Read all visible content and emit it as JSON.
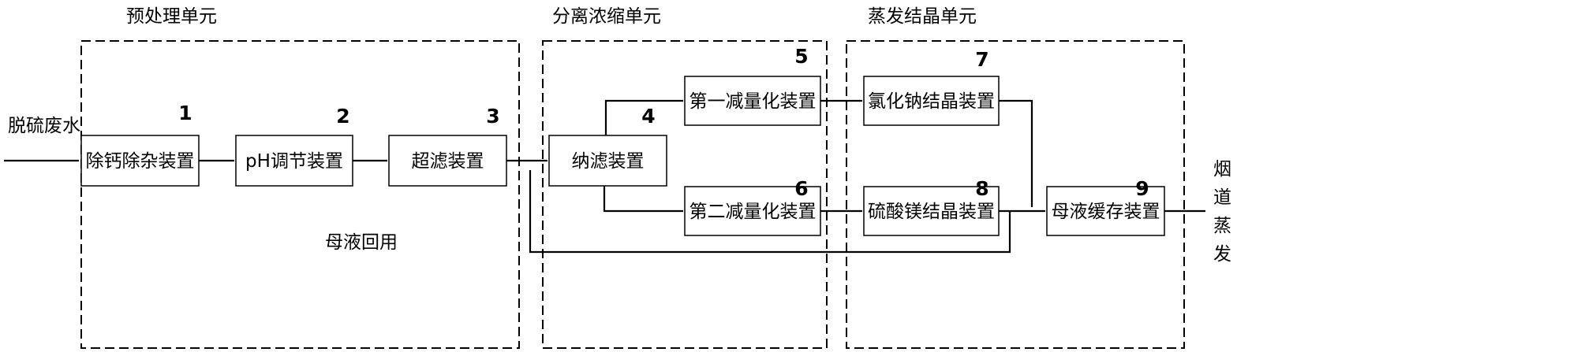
{
  "units": [
    {
      "title": "预处理单元"
    },
    {
      "title": "分离浓缩单元"
    },
    {
      "title": "蒸发结晶单元"
    }
  ],
  "input_label": "脱硫废水",
  "output_label": "烟道蒸发",
  "output_chars": [
    "烟",
    "道",
    "蒸",
    "发"
  ],
  "recycle_label": "母液回用",
  "devices": [
    {
      "num": "1",
      "label": "除钙除杂装置"
    },
    {
      "num": "2",
      "label": "pH调节装置"
    },
    {
      "num": "3",
      "label": "超滤装置"
    },
    {
      "num": "4",
      "label": "纳滤装置"
    },
    {
      "num": "5",
      "label": "第一减量化装置"
    },
    {
      "num": "6",
      "label": "第二减量化装置"
    },
    {
      "num": "7",
      "label": "氯化钠结晶装置"
    },
    {
      "num": "8",
      "label": "硫酸镁结晶装置"
    },
    {
      "num": "9",
      "label": "母液缓存装置"
    }
  ],
  "colors": {
    "line": "#000000",
    "background": "#ffffff"
  }
}
